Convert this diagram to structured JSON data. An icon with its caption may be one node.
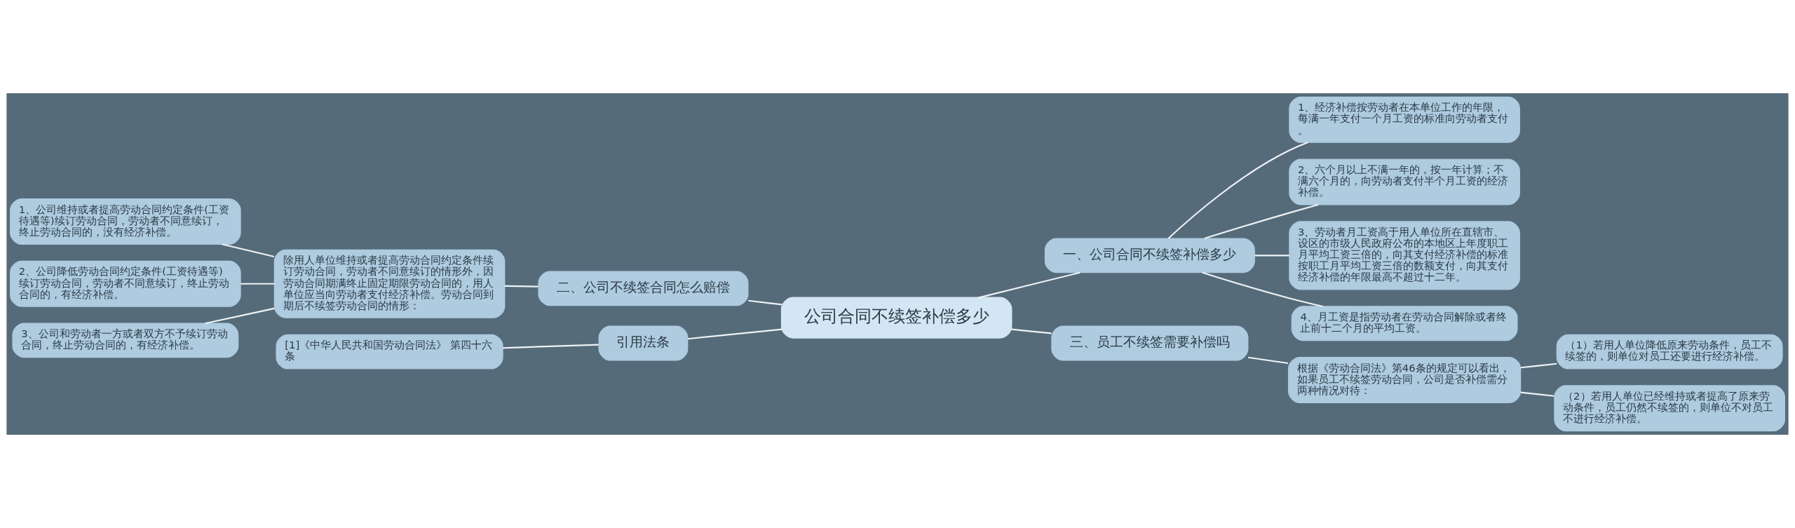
{
  "diagram": {
    "nodes": [
      {
        "text": [
          "公司合同不续签补偿多少"
        ]
      },
      {
        "text": [
          "一、公司合同不续签补偿多少"
        ]
      },
      {
        "text": [
          "1、经济补偿按劳动者在本单位工作的年限，每满一年支付一个月工资的标准向劳动者支付。"
        ]
      },
      {
        "text": [
          "2、六个月以上不满一年的，按一年计算；不满六个月的，向劳动者支付半个月工资的经济补偿。"
        ]
      },
      {
        "text": [
          "3、劳动者月工资高于用人单位所在直辖市、设区的市级人民政府公布的本地区上年度职工月平均工资三倍的，向其支付经济补偿的标准按职工月平均工资三倍的数额支付，向其支付经济补偿的年限最高不超过十二年。"
        ]
      },
      {
        "text": [
          "4、月工资是指劳动者在劳动合同解除或者终止前十二个月的平均工资。"
        ]
      },
      {
        "text": [
          "二、公司不续签合同怎么赔偿"
        ]
      },
      {
        "text": [
          "除用人单位维持或者提高劳动合同约定条件续订劳动合同，劳动者不同意续订的情形外，因劳动合同期满终止固定期限劳动合同的，用人单位应当向劳动者支付经济补偿。劳动合同到期后不续签劳动合同的情形："
        ]
      },
      {
        "text": [
          "1、公司维持或者提高劳动合同约定条件(工资待遇等)续订劳动合同，劳动者不同意续订，终止劳动合同的，没有经济补偿。"
        ]
      },
      {
        "text": [
          "2、公司降低劳动合同约定条件(工资待遇等)续订劳动合同，劳动者不同意续订，终止劳动合同的，有经济补偿。"
        ]
      },
      {
        "text": [
          "3、公司和劳动者一方或者双方不予续订劳动合同，终止劳动合同的，有经济补偿。"
        ]
      },
      {
        "text": [
          "引用法条"
        ]
      },
      {
        "text": [
          "[1]《中华人民共和国劳动合同法》 第四十六条"
        ]
      },
      {
        "text": [
          "三、员工不续签需要补偿吗"
        ]
      },
      {
        "text": [
          "根据《劳动合同法》第46条的规定可以看出，如果员工不续签劳动合同，公司是否补偿需分两种情况对待："
        ]
      },
      {
        "text": [
          "（1）若用人单位降低原来劳动条件，员工不续签的，则单位对员工还要进行经济补偿。"
        ]
      },
      {
        "text": [
          "（2）若用人单位已经维持或者提高了原来劳动条件，员工仍然不续签的，则单位不对员工不进行经济补偿。"
        ]
      }
    ],
    "edges": [
      {
        "from": 0,
        "to": 1,
        "arrow": "none"
      },
      {
        "from": 1,
        "to": 2,
        "arrow": "none"
      },
      {
        "from": 1,
        "to": 3,
        "arrow": "none"
      },
      {
        "from": 1,
        "to": 4,
        "arrow": "none"
      },
      {
        "from": 1,
        "to": 5,
        "arrow": "none"
      },
      {
        "from": 0,
        "to": 6,
        "arrow": "none"
      },
      {
        "from": 6,
        "to": 7,
        "arrow": "none"
      },
      {
        "from": 7,
        "to": 8,
        "arrow": "none"
      },
      {
        "from": 7,
        "to": 9,
        "arrow": "none"
      },
      {
        "from": 7,
        "to": 10,
        "arrow": "none"
      },
      {
        "from": 0,
        "to": 11,
        "arrow": "none"
      },
      {
        "from": 11,
        "to": 12,
        "arrow": "none"
      },
      {
        "from": 0,
        "to": 13,
        "arrow": "none"
      },
      {
        "from": 13,
        "to": 14,
        "arrow": "none"
      },
      {
        "from": 14,
        "to": 15,
        "arrow": "none"
      },
      {
        "from": 14,
        "to": 16,
        "arrow": "none"
      }
    ]
  }
}
